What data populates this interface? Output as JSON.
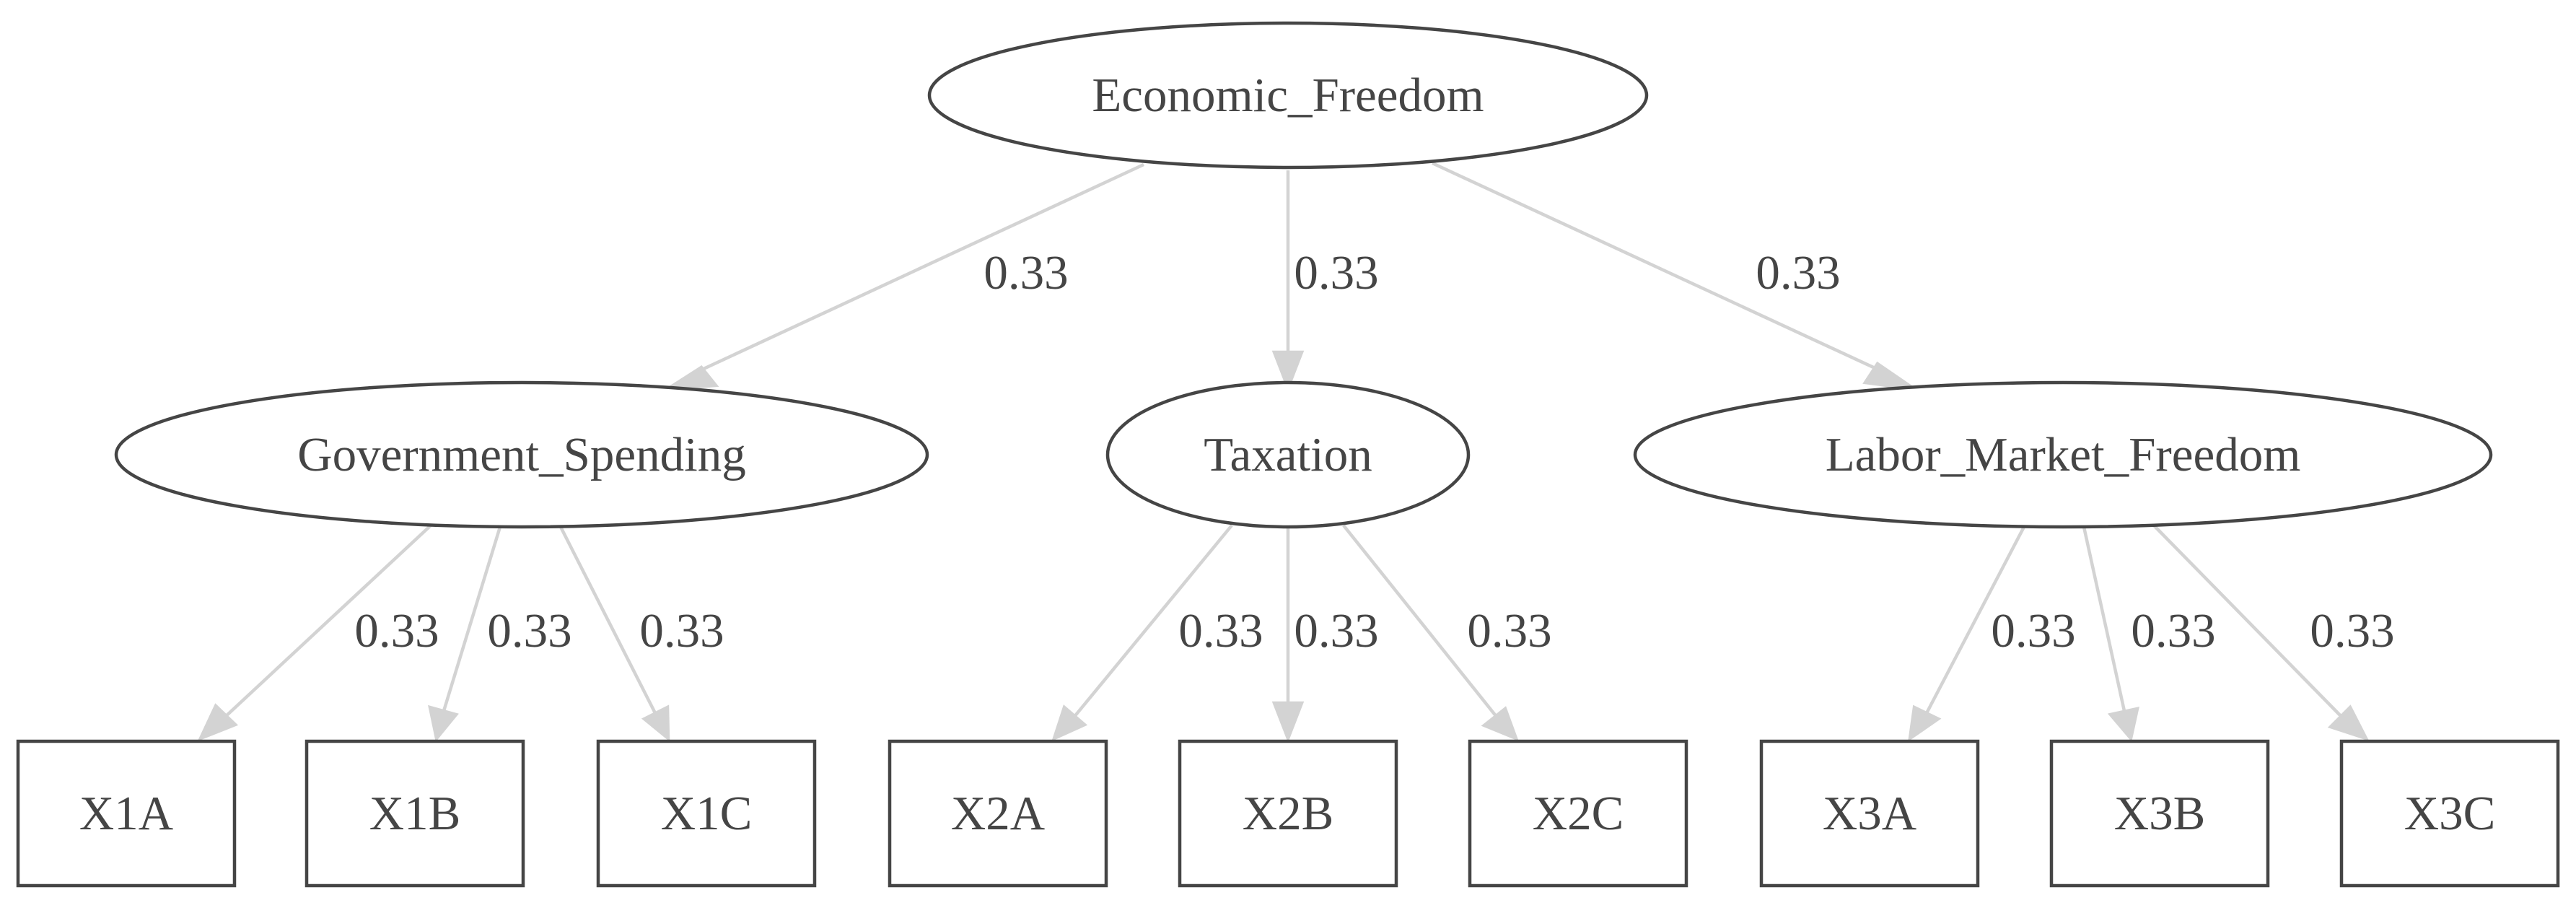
{
  "colors": {
    "node_stroke": "#454545",
    "edge": "#d3d3d3",
    "text": "#454545",
    "background": "#ffffff"
  },
  "nodes": {
    "economic_freedom": {
      "label": "Economic_Freedom",
      "shape": "ellipse"
    },
    "government_spending": {
      "label": "Government_Spending",
      "shape": "ellipse"
    },
    "taxation": {
      "label": "Taxation",
      "shape": "ellipse"
    },
    "labor_market_freedom": {
      "label": "Labor_Market_Freedom",
      "shape": "ellipse"
    },
    "x1a": {
      "label": "X1A",
      "shape": "box"
    },
    "x1b": {
      "label": "X1B",
      "shape": "box"
    },
    "x1c": {
      "label": "X1C",
      "shape": "box"
    },
    "x2a": {
      "label": "X2A",
      "shape": "box"
    },
    "x2b": {
      "label": "X2B",
      "shape": "box"
    },
    "x2c": {
      "label": "X2C",
      "shape": "box"
    },
    "x3a": {
      "label": "X3A",
      "shape": "box"
    },
    "x3b": {
      "label": "X3B",
      "shape": "box"
    },
    "x3c": {
      "label": "X3C",
      "shape": "box"
    }
  },
  "edges": [
    {
      "from": "Economic_Freedom",
      "to": "Government_Spending",
      "weight": "0.33"
    },
    {
      "from": "Economic_Freedom",
      "to": "Taxation",
      "weight": "0.33"
    },
    {
      "from": "Economic_Freedom",
      "to": "Labor_Market_Freedom",
      "weight": "0.33"
    },
    {
      "from": "Government_Spending",
      "to": "X1A",
      "weight": "0.33"
    },
    {
      "from": "Government_Spending",
      "to": "X1B",
      "weight": "0.33"
    },
    {
      "from": "Government_Spending",
      "to": "X1C",
      "weight": "0.33"
    },
    {
      "from": "Taxation",
      "to": "X2A",
      "weight": "0.33"
    },
    {
      "from": "Taxation",
      "to": "X2B",
      "weight": "0.33"
    },
    {
      "from": "Taxation",
      "to": "X2C",
      "weight": "0.33"
    },
    {
      "from": "Labor_Market_Freedom",
      "to": "X3A",
      "weight": "0.33"
    },
    {
      "from": "Labor_Market_Freedom",
      "to": "X3B",
      "weight": "0.33"
    },
    {
      "from": "Labor_Market_Freedom",
      "to": "X3C",
      "weight": "0.33"
    }
  ]
}
